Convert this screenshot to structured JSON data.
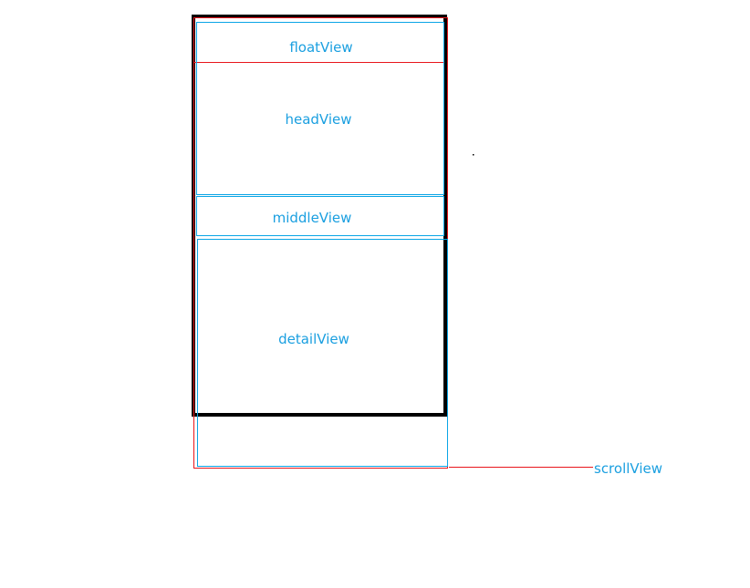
{
  "labels": {
    "float_view": "floatView",
    "head_view": "headView",
    "middle_view": "middleView",
    "detail_view": "detailView",
    "scroll_view": "scrollView"
  },
  "colors": {
    "screen_frame": "#000000",
    "scroll_view_border": "#e8161c",
    "subview_border": "#0aa5e6",
    "label": "#1a9fe0"
  }
}
